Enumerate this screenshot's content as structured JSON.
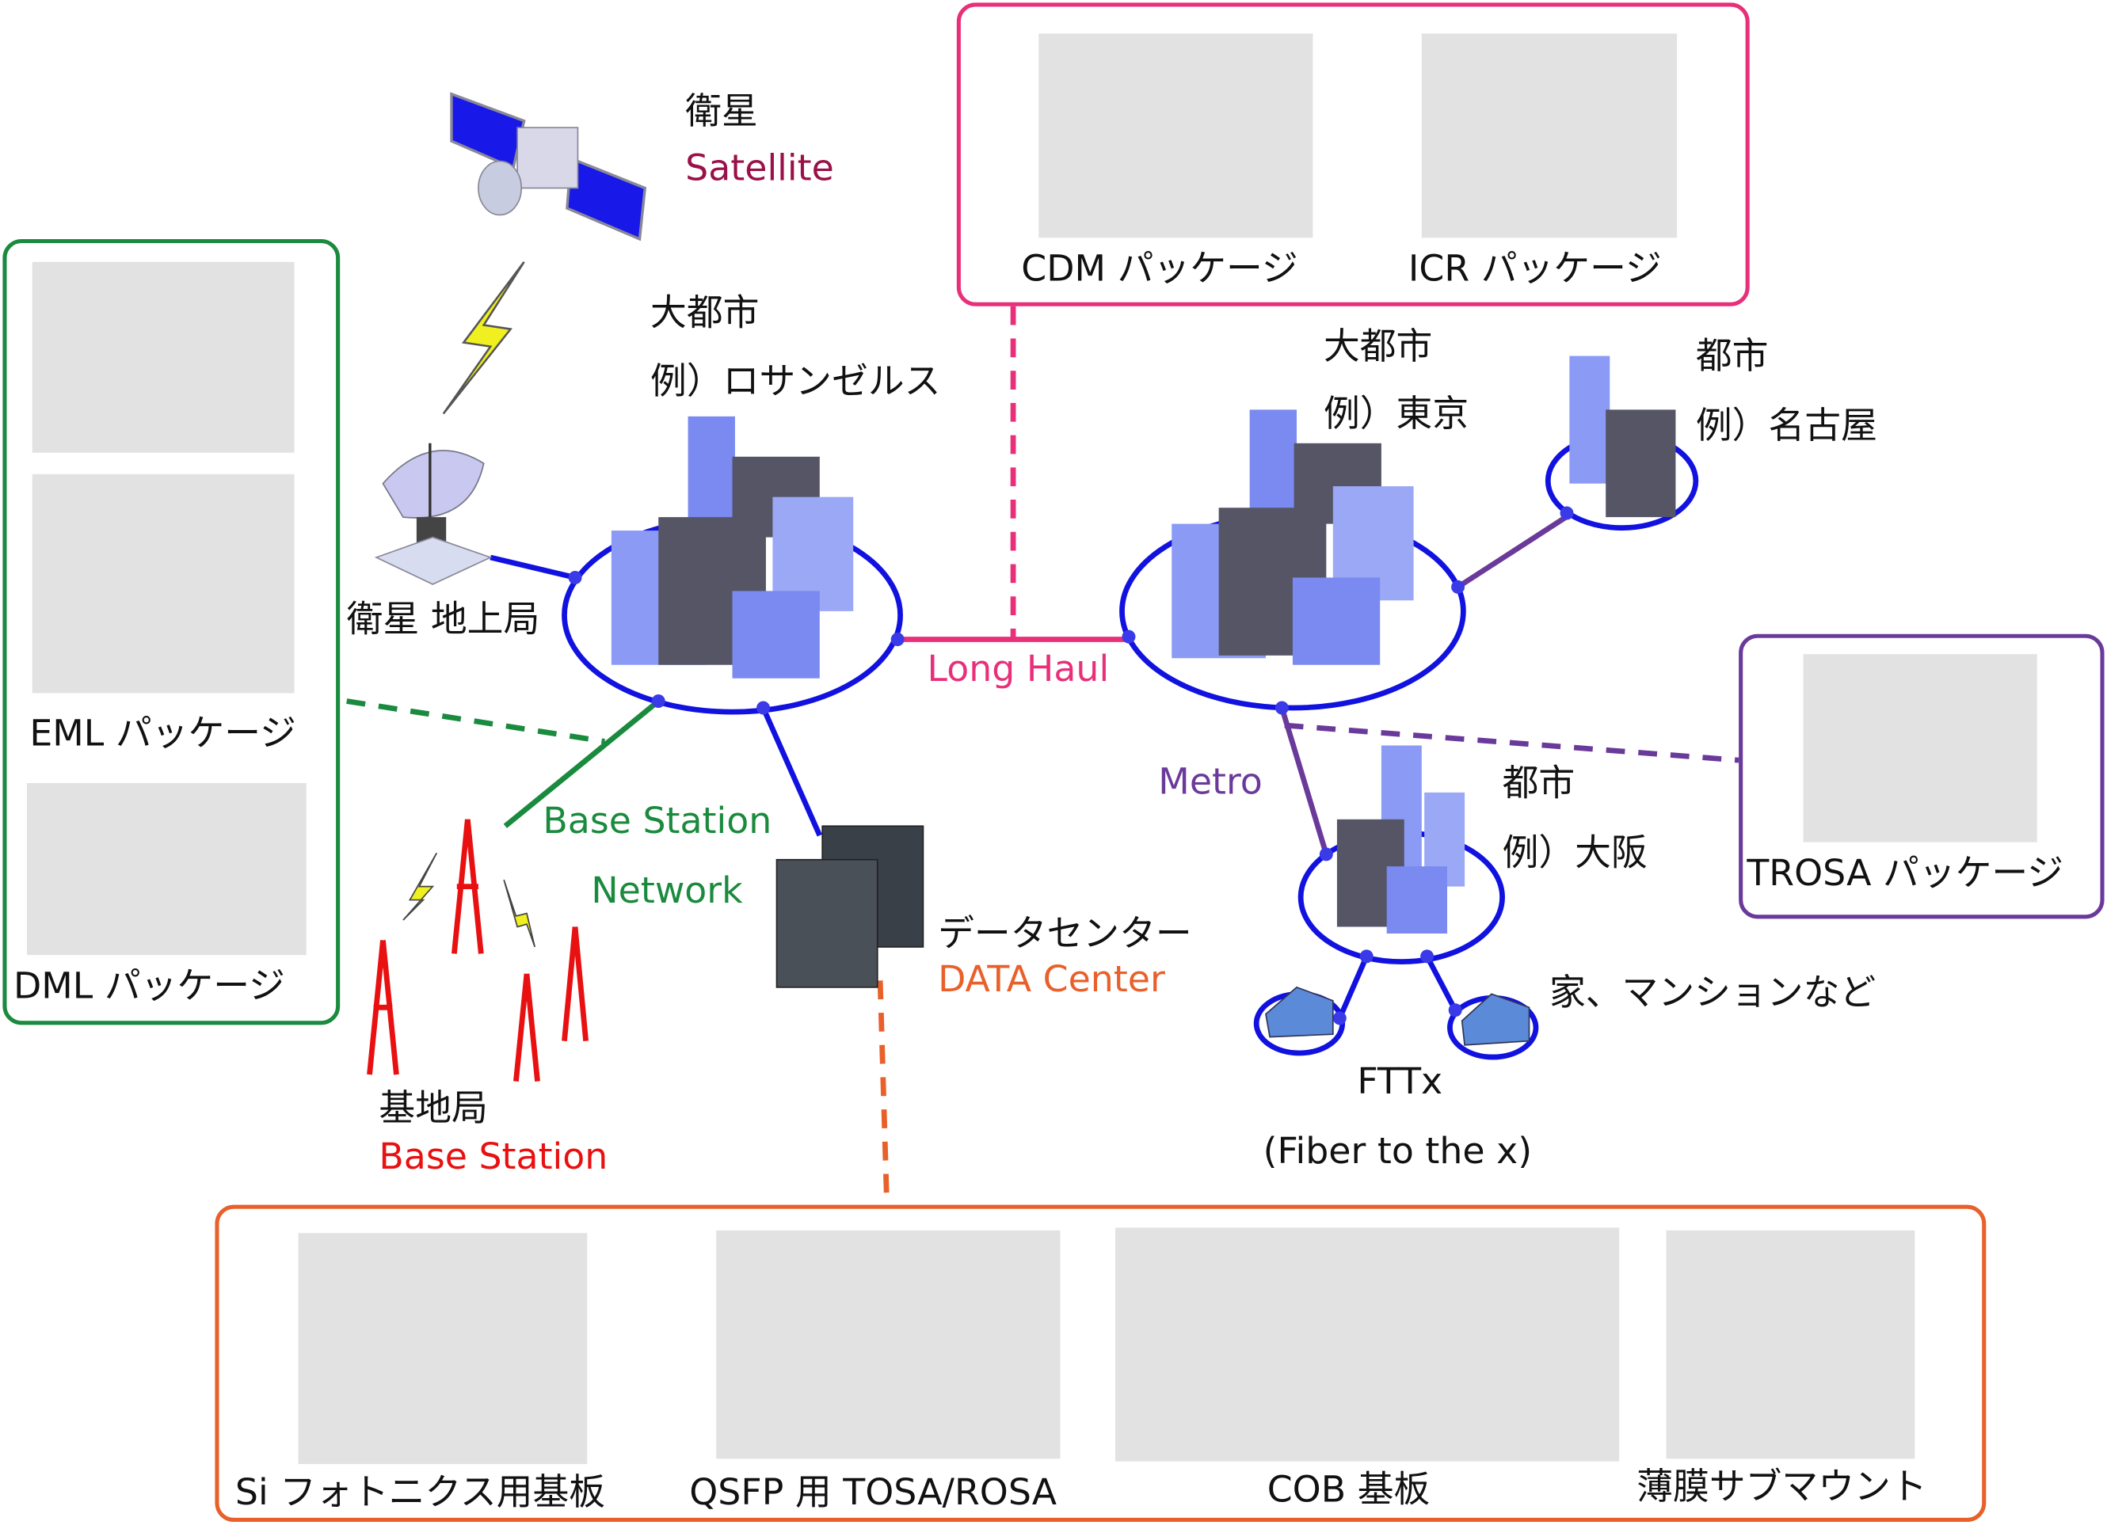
{
  "colors": {
    "network_blue": "#1212e0",
    "long_haul": "#e8307a",
    "metro": "#6a3a9a",
    "base_station_network": "#1a8a3e",
    "base_station": "#e81010",
    "data_center": "#e8602a",
    "satellite": "#9a1048"
  },
  "satellite": {
    "jp": "衛星",
    "en": "Satellite"
  },
  "ground_station": "衛星 地上局",
  "los_angeles": {
    "title": "大都市",
    "example": "例）ロサンゼルス"
  },
  "tokyo": {
    "title": "大都市",
    "example": "例）東京"
  },
  "nagoya": {
    "title": "都市",
    "example": "例）名古屋"
  },
  "osaka": {
    "title": "都市",
    "example": "例）大阪"
  },
  "long_haul": "Long Haul",
  "metro": "Metro",
  "bs_network": {
    "line1": "Base Station",
    "line2": "Network"
  },
  "data_center": {
    "jp": "データセンター",
    "en": "DATA Center"
  },
  "homes": "家、マンションなど",
  "fttx": {
    "line1": "FTTx",
    "line2": "(Fiber to the x)"
  },
  "base_station": {
    "jp": "基地局",
    "en": "Base Station"
  },
  "green_box": {
    "eml": "EML パッケージ",
    "dml": "DML パッケージ"
  },
  "pink_box": {
    "cdm": "CDM パッケージ",
    "icr": "ICR パッケージ"
  },
  "purple_box": {
    "trosa": "TROSA パッケージ"
  },
  "orange_box": {
    "items": [
      "Si フォトニクス用基板",
      "QSFP 用 TOSA/ROSA",
      "COB 基板",
      "薄膜サブマウント"
    ]
  }
}
